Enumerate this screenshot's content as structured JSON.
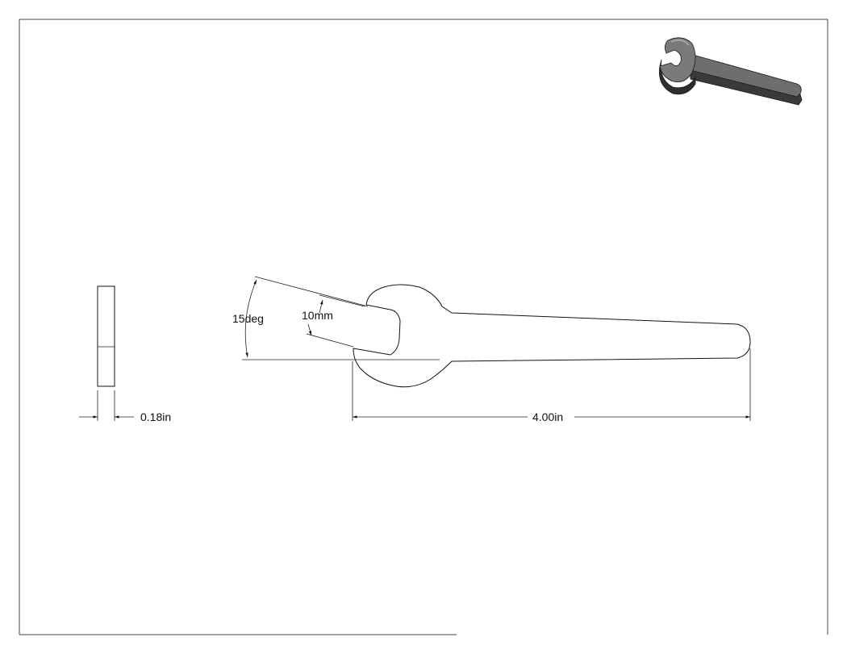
{
  "drawing": {
    "dimensions": {
      "thickness": "0.18in",
      "length": "4.00in",
      "jaw_angle": "15deg",
      "jaw_opening": "10mm"
    },
    "colors": {
      "line": "#111111",
      "shaded_body": "#6b6b6b",
      "shaded_dark": "#3a3a3a",
      "shaded_light": "#9a9a9a"
    },
    "iso_view_icon": "isometric-wrench"
  }
}
